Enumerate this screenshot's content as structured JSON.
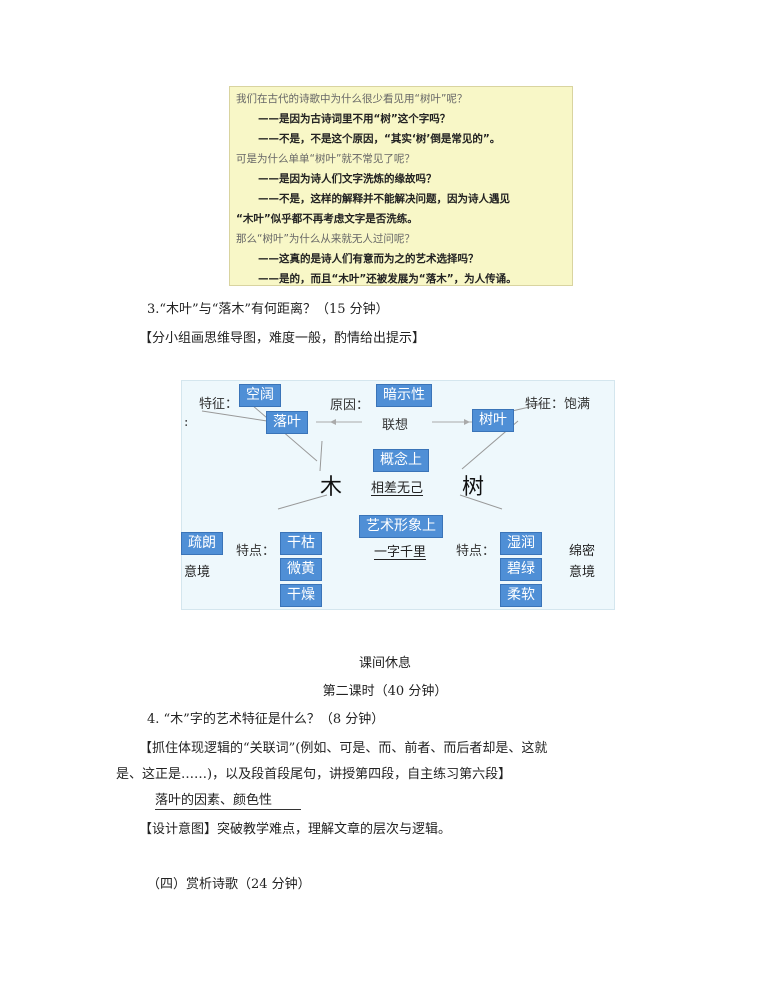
{
  "qa_box": {
    "lines": [
      {
        "type": "q",
        "text": "我们在古代的诗歌中为什么很少看见用“树叶”呢？"
      },
      {
        "type": "a",
        "text": "——是因为古诗词里不用“树”这个字吗？"
      },
      {
        "type": "a",
        "text": "——不是，不是这个原因，“其实‘树’倒是常见的”。"
      },
      {
        "type": "q",
        "text": "可是为什么单单“树叶”就不常见了呢？"
      },
      {
        "type": "a",
        "text": "——是因为诗人们文字洗炼的缘故吗？"
      },
      {
        "type": "a",
        "text": "——不是，这样的解释并不能解决问题，因为诗人遇见"
      },
      {
        "type": "a-cont",
        "text": "“木叶”似乎都不再考虑文字是否洗练。"
      },
      {
        "type": "q",
        "text": "那么“树叶”为什么从来就无人过问呢？"
      },
      {
        "type": "a",
        "text": "——这真的是诗人们有意而为之的艺术选择吗？"
      },
      {
        "type": "a",
        "text": "——是的，而且“木叶”还被发展为“落木”，为人传诵。"
      }
    ]
  },
  "section3": {
    "title": "3.“木叶”与“落木”有何距离？（15 分钟）",
    "hint": "【分小组画思维导图，难度一般，酌情给出提示】"
  },
  "mindmap": {
    "feature_left_label": "特征：",
    "feature_left_colon": ":",
    "kongkuo": "空阔",
    "luoye": "落叶",
    "reason_label": "原因：",
    "anshixing": "暗示性",
    "lianxiang": "联想",
    "shuye": "树叶",
    "feature_right_label": "特征：饱满",
    "gainian": "概念上",
    "xiangcha": "相差无己",
    "mu": "木",
    "shu": "树",
    "yishu": "艺术形象上",
    "yizi": "一字千里",
    "shulang": "疏朗",
    "yijing_left": "意境",
    "tedian_left": "特点：",
    "gan_ku": "干枯",
    "wei_huang": "微黄",
    "gan_zao": "干燥",
    "tedian_right": "特点：",
    "shi_run": "湿润",
    "bi_lv": "碧绿",
    "rou_ruan": "柔软",
    "mimi": "绵密",
    "yijing_right": "意境"
  },
  "break_text": "课间休息",
  "second_lesson": "第二课时（40 分钟）",
  "section4": {
    "title": "4. “木”字的艺术特征是什么？（8 分钟）",
    "hint_line1": "【抓住体现逻辑的“关联词”(例如、可是、而、前者、而后者却是、这就",
    "hint_line2": "是、这正是……)，以及段首段尾句，讲授第四段，自主练习第六段】",
    "handwritten": "落叶的因素、颜色性",
    "design": "【设计意图】突破教学难点，理解文章的层次与逻辑。"
  },
  "section_four_title": "（四）赏析诗歌（24 分钟）"
}
